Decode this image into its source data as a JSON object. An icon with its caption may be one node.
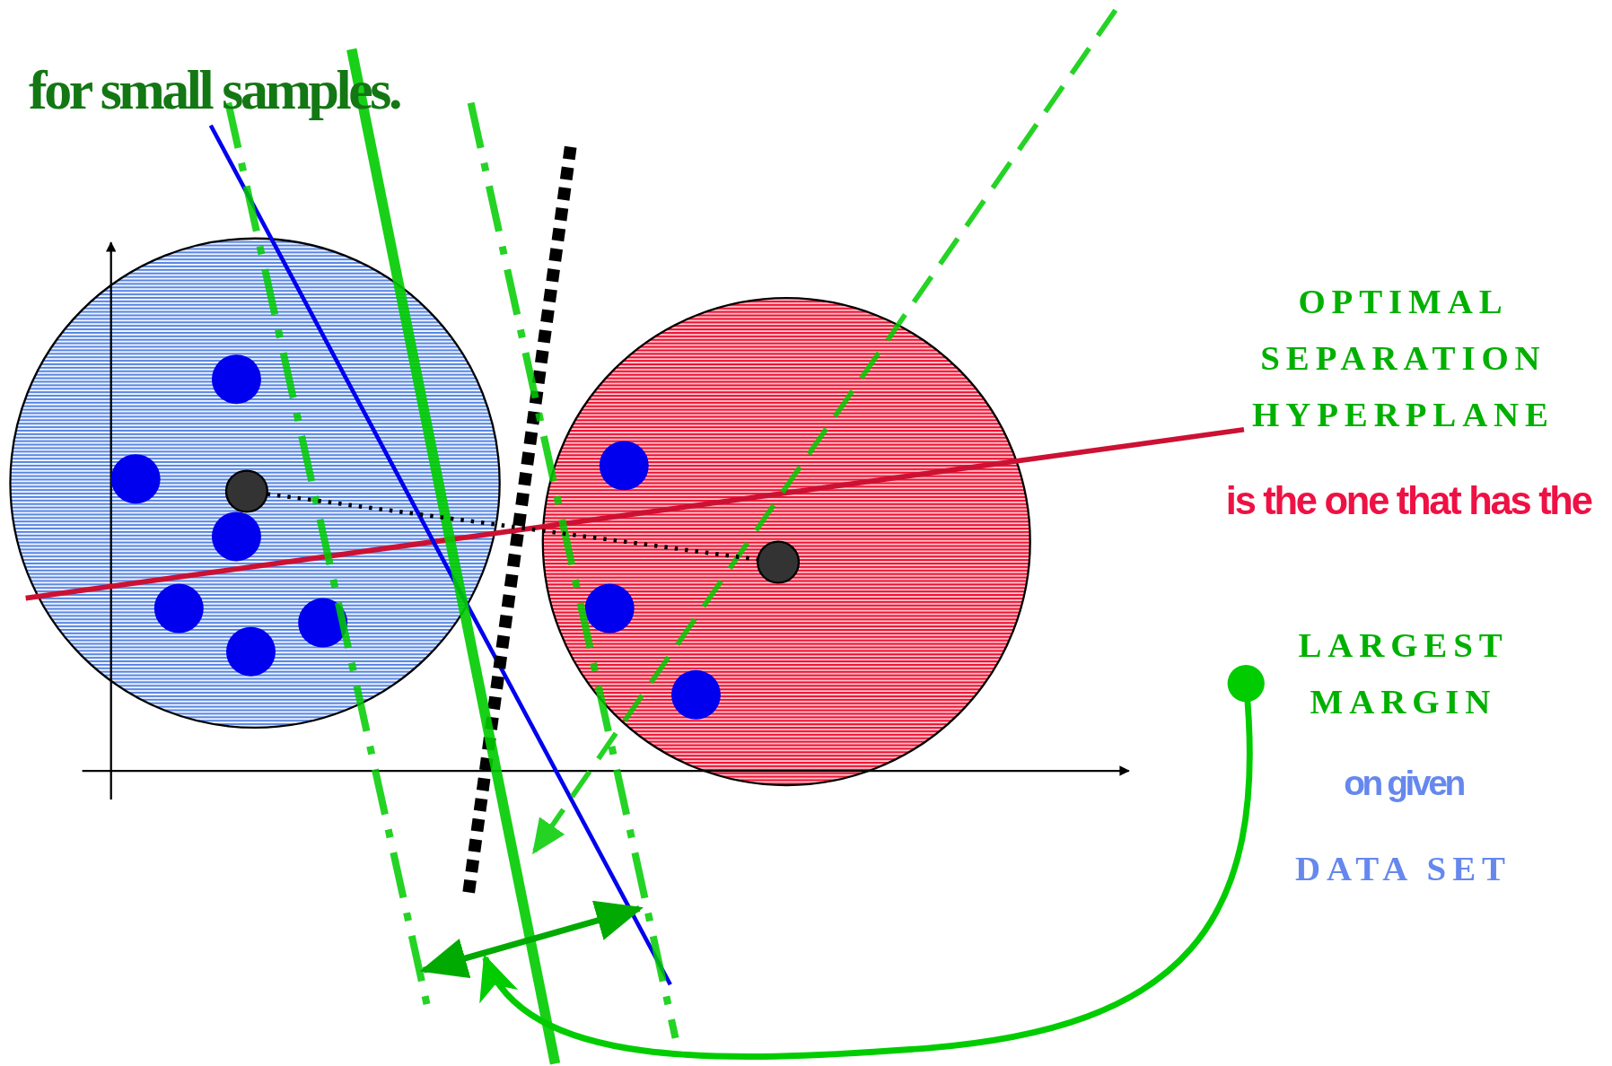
{
  "diagram": {
    "nodes": [
      {
        "text": [],
        "shape": "circle"
      },
      {
        "text": [],
        "shape": "circle"
      },
      {
        "text": [
          "LARGEST MARGIN"
        ]
      }
    ],
    "edges": [
      {
        "from": 0,
        "to": 1,
        "arrow": "none",
        "style": "dashed"
      },
      {
        "from": 2,
        "to": null,
        "arrow": "to",
        "color": "#00cc00"
      }
    ],
    "labels": [
      "for small samples.",
      "OPTIMAL SEPARATION HYPERPLANE",
      "is the one that has the",
      "on given",
      "DATA SET"
    ]
  }
}
